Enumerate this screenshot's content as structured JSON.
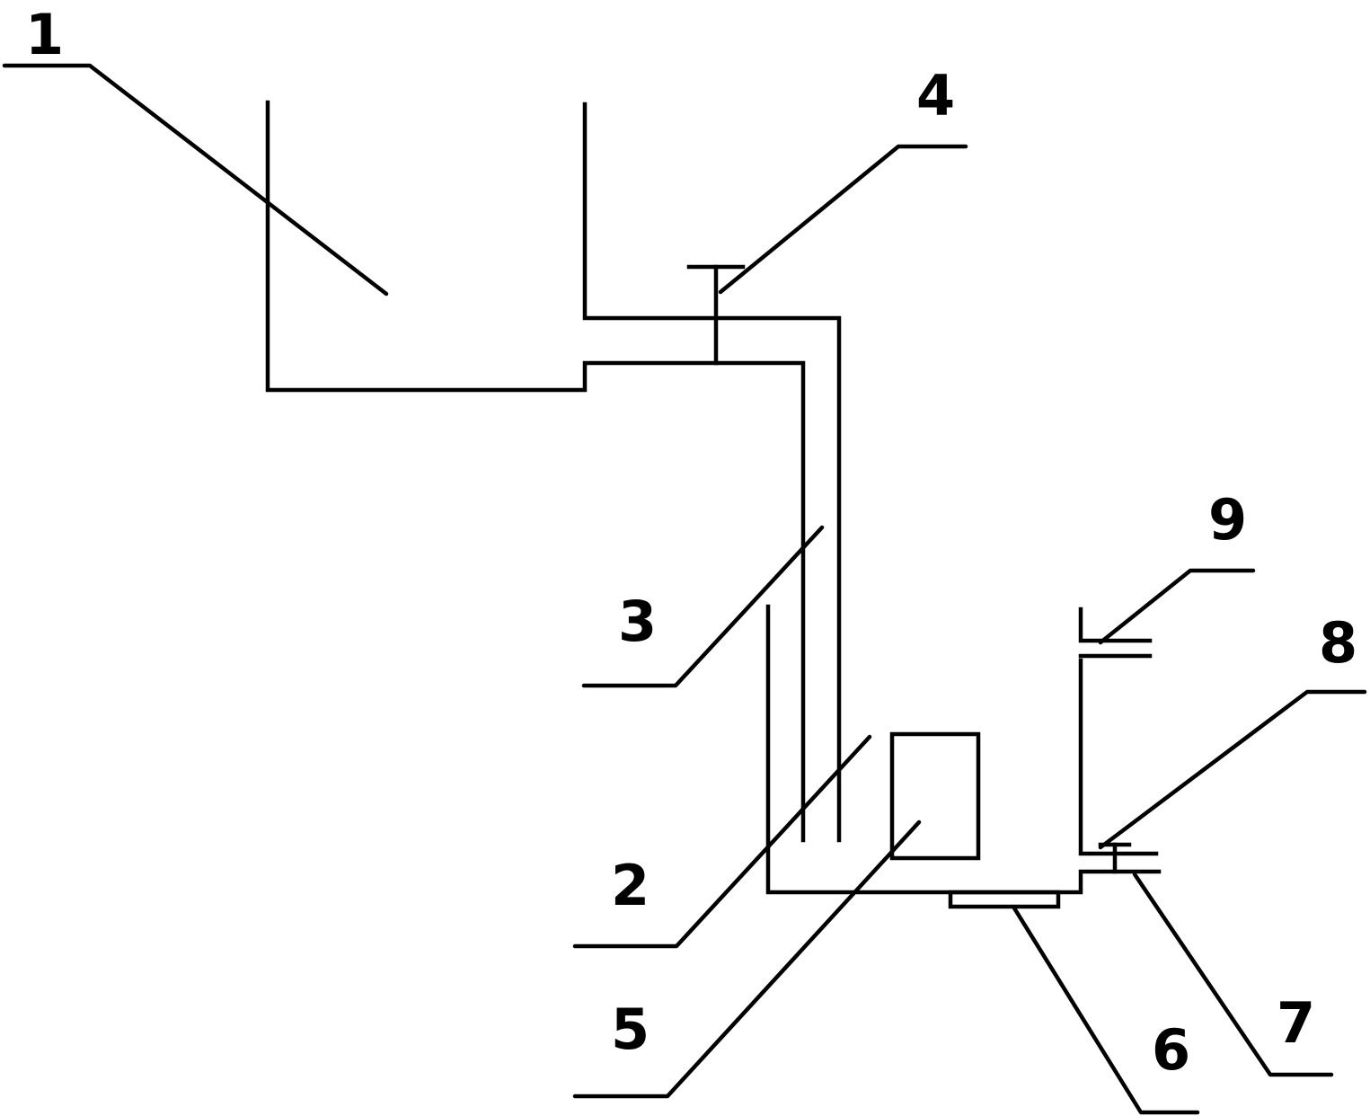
{
  "labels": {
    "l1": "1",
    "l2": "2",
    "l3": "3",
    "l4": "4",
    "l5": "5",
    "l6": "6",
    "l7": "7",
    "l8": "8",
    "l9": "9"
  },
  "colors": {
    "ink": "#000000",
    "background": "#ffffff"
  }
}
